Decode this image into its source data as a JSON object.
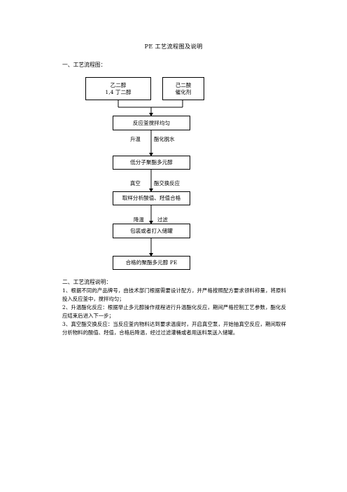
{
  "title": "PE 工艺流程图及说明",
  "section1": "一、工艺流程图：",
  "flow": {
    "input_left": [
      "乙二醇",
      "1,4 丁二醇"
    ],
    "input_right": [
      "己二酸",
      "催化剂"
    ],
    "step1": "反应釜搅拌均匀",
    "cond1_left": "升温",
    "cond1_right": "酯化脱水",
    "step2": "低分子聚酯多元醇",
    "cond2_left": "真空",
    "cond2_right": "酯交换反应",
    "step3": "取样分析酸值、羟值合格",
    "cond3_left": "降温",
    "cond3_right": "过滤",
    "step4": "包装或者打入储罐",
    "step5": "合格的聚酯多元醇 PE"
  },
  "section2": "二、工艺流程说明：",
  "notes": [
    "1、根据不同的产品牌号，由技术部门根据需要设计配方，并严格按照配方要求领料称量，将原料投入反应釜中，搅拌均匀；",
    "2、升温酯化反应：根据举止多元醇操作规程进行升温酯化反应，期间严格控制工艺参数，酯化反应结束后进入下一步；",
    "3、真空酯交换反应：当反应釜内物料达到要求温度时，开启真空泵，开始抽真空反应，期间取样分析物料的酸值、羟值，合格后降温，经过过滤灌桶或者用送料泵送入储罐。"
  ]
}
